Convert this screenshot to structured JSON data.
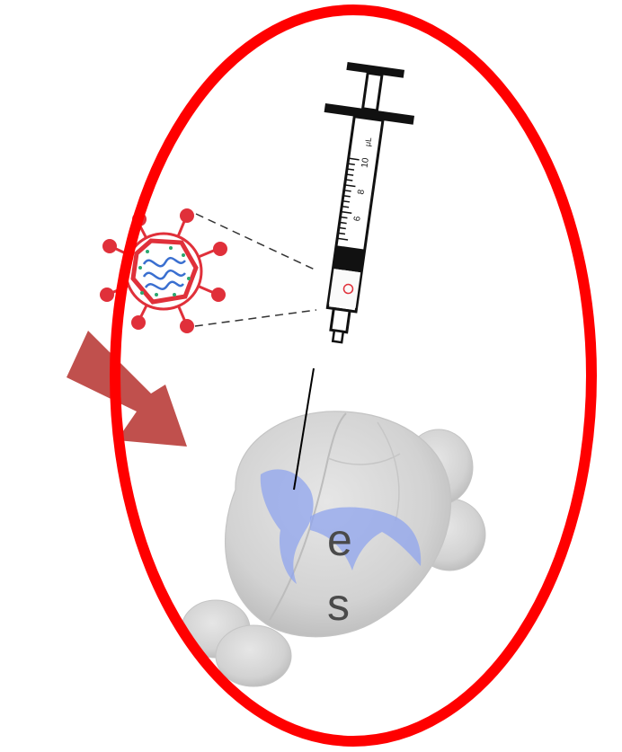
{
  "colors": {
    "oval": "#ff0000",
    "arrow": "#c0504d",
    "virus": "#e0303a",
    "dna": "#3a6fd0",
    "dots": "#2ba870",
    "brain": "#d7d7d7",
    "injection_region": "#8fa4ee",
    "text": "#4a4a4a"
  },
  "syringe": {
    "unit": "μL",
    "scale_labels": [
      "10",
      "8",
      "6"
    ]
  },
  "side_text": [
    "e",
    "s"
  ],
  "icons": [
    "virus-icon",
    "syringe-icon",
    "brain-icon",
    "arrow-icon"
  ]
}
